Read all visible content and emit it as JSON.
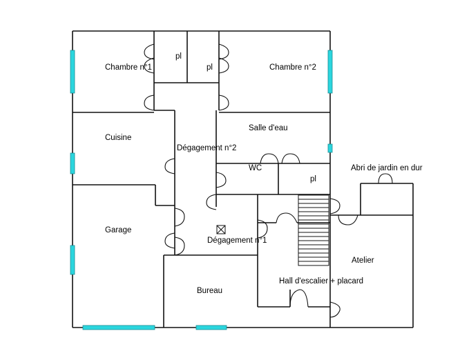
{
  "floor_plan": {
    "rooms": {
      "chambre1": "Chambre n°1",
      "pl1": "pl",
      "pl2": "pl",
      "chambre2": "Chambre n°2",
      "cuisine": "Cuisine",
      "salle_eau": "Salle d'eau",
      "degagement2": "Dégagement n°2",
      "wc": "WC",
      "pl3": "pl",
      "abri": "Abri de jardin en dur",
      "garage": "Garage",
      "degagement1": "Dégagement n°1",
      "atelier": "Atelier",
      "hall": "Hall d'escalier + placard",
      "bureau": "Bureau"
    },
    "colors": {
      "walls": "#111111",
      "windows": "#2bd6de",
      "background": "#ffffff"
    }
  }
}
